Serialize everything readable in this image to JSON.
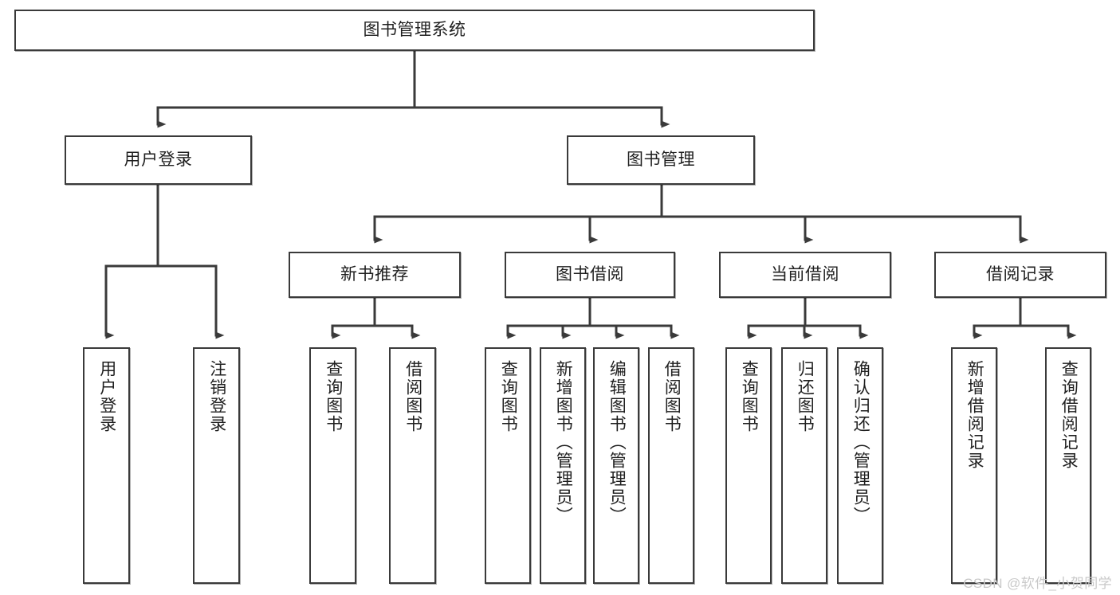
{
  "diagram": {
    "title": "图书管理系统",
    "type": "tree-hierarchy",
    "line_color": "#3a3a3a",
    "box_fill": "#ffffff",
    "text_color": "#1f1f1f",
    "watermark": "CSDN @软件_小贺同学",
    "levels": {
      "root": {
        "label": "图书管理系统"
      },
      "level2": [
        {
          "label": "用户登录"
        },
        {
          "label": "图书管理"
        }
      ],
      "level3": [
        {
          "label": "新书推荐"
        },
        {
          "label": "图书借阅"
        },
        {
          "label": "当前借阅"
        },
        {
          "label": "借阅记录"
        }
      ],
      "leaves": {
        "user_login": [
          {
            "label": "用户登录"
          },
          {
            "label": "注销登录"
          }
        ],
        "new_book": [
          {
            "label": "查询图书"
          },
          {
            "label": "借阅图书"
          }
        ],
        "borrow_book": [
          {
            "label": "查询图书"
          },
          {
            "label": "新增图书（管理员）"
          },
          {
            "label": "编辑图书（管理员）"
          },
          {
            "label": "借阅图书"
          }
        ],
        "current_borrow": [
          {
            "label": "查询图书"
          },
          {
            "label": "归还图书"
          },
          {
            "label": "确认归还（管理员）"
          }
        ],
        "borrow_record": [
          {
            "label": "新增借阅记录"
          },
          {
            "label": "查询借阅记录"
          }
        ]
      }
    }
  }
}
